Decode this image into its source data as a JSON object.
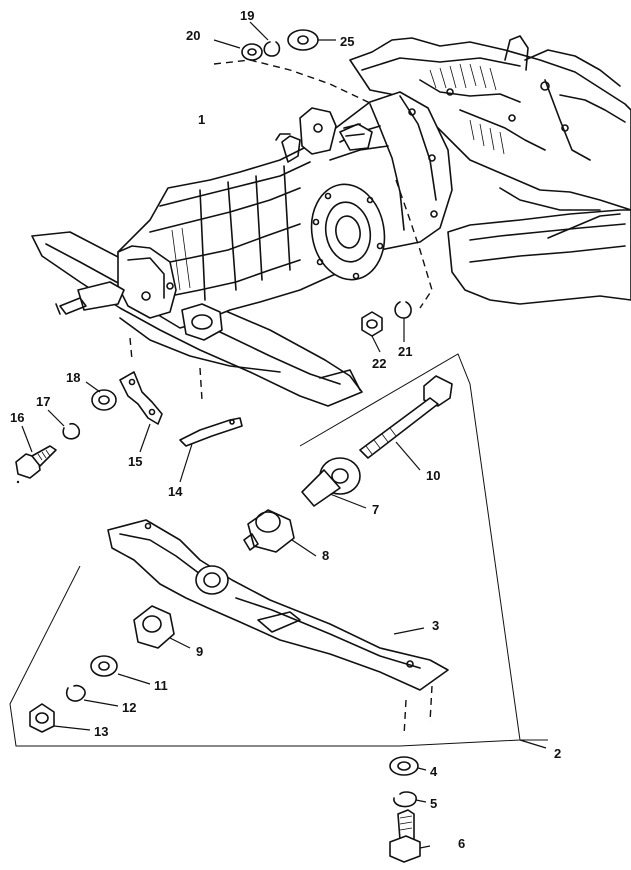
{
  "diagram": {
    "callouts": [
      "1",
      "2",
      "3",
      "4",
      "5",
      "6",
      "7",
      "8",
      "9",
      "10",
      "11",
      "12",
      "13",
      "14",
      "15",
      "16",
      "17",
      "18",
      "19",
      "20",
      "21",
      "22",
      "25"
    ]
  }
}
